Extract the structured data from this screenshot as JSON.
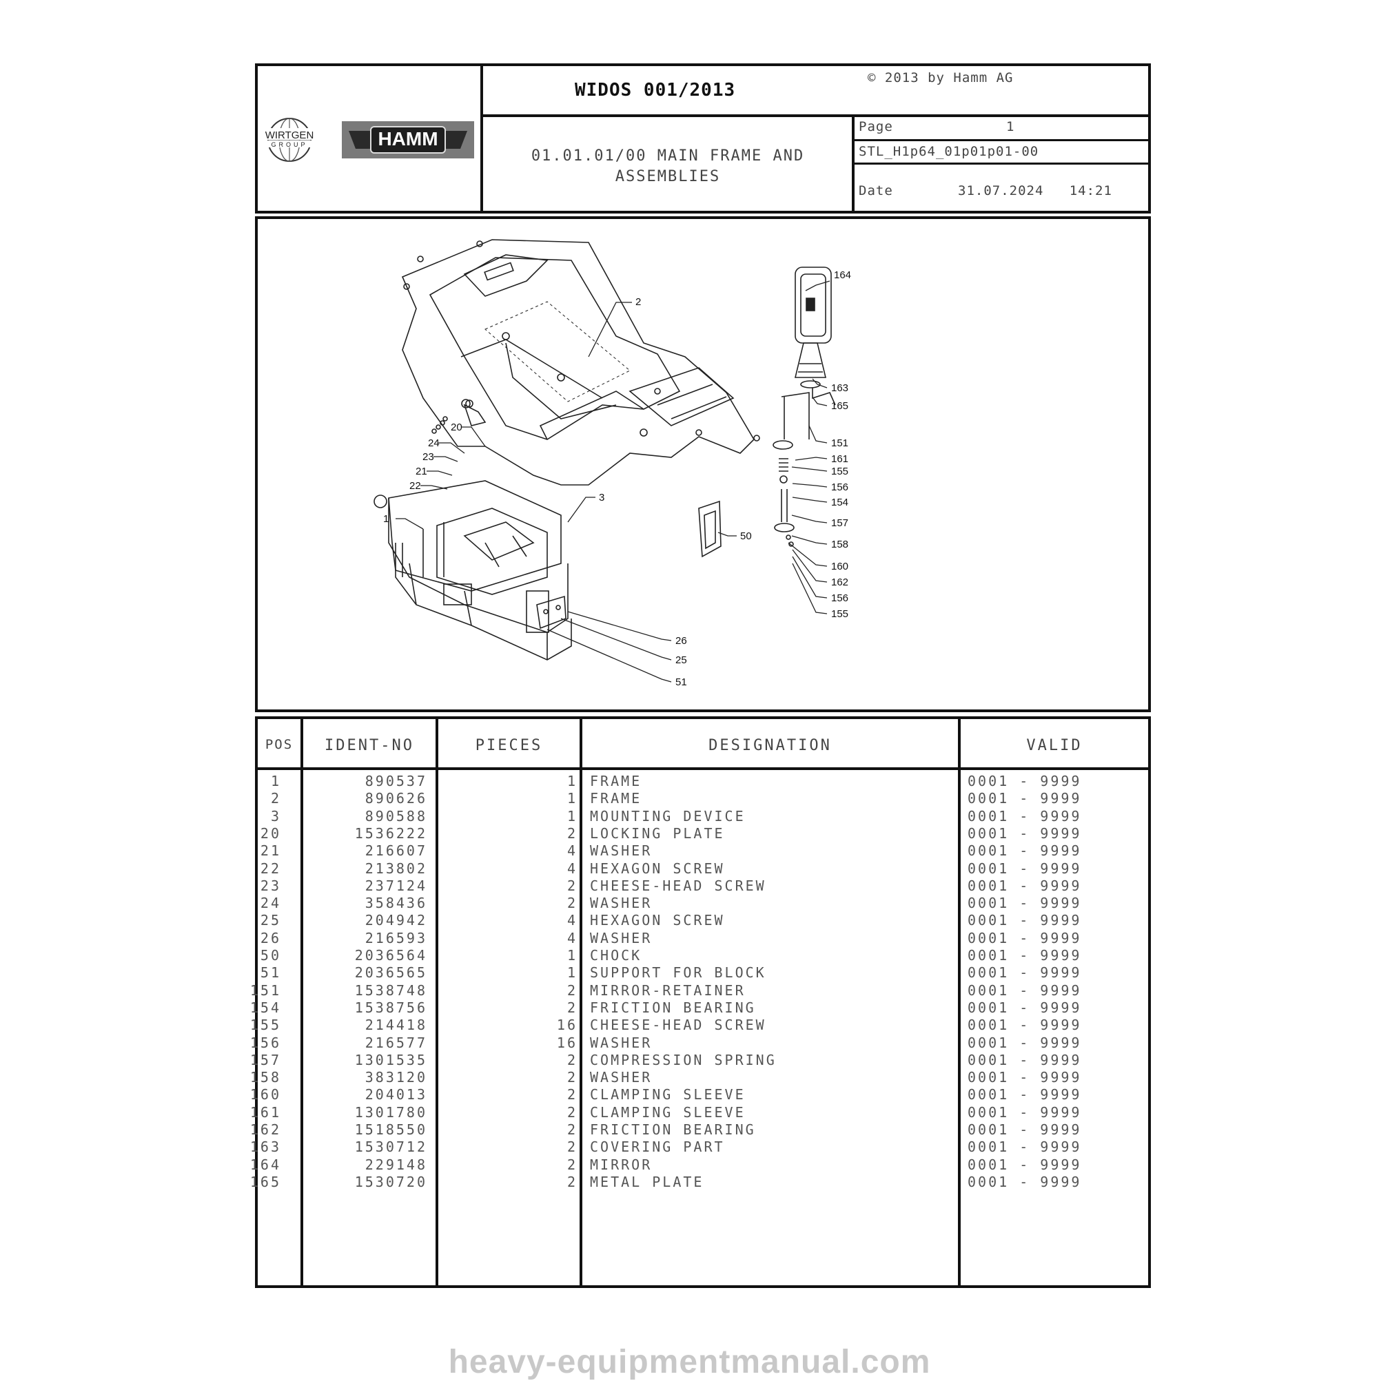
{
  "header": {
    "title": "WIDOS 001/2013",
    "copyright": "© 2013 by Hamm AG",
    "group_name": "01.01.01/00 MAIN FRAME AND\nASSEMBLIES",
    "page_label": "Page",
    "page_number": "1",
    "doc_code": "STL_H1p64_01p01p01-00",
    "date_label": "Date",
    "date_value": "31.07.2024   14:21",
    "logo_wirtgen_line1": "WIRTGEN",
    "logo_wirtgen_line2": "GROUP",
    "logo_hamm": "HAMM"
  },
  "callouts": [
    "164",
    "2",
    "163",
    "165",
    "151",
    "161",
    "155",
    "156",
    "154",
    "157",
    "158",
    "160",
    "162",
    "156",
    "155",
    "20",
    "24",
    "23",
    "21",
    "22",
    "3",
    "1",
    "50",
    "26",
    "25",
    "51"
  ],
  "table": {
    "columns": [
      "POS",
      "IDENT-NO",
      "PIECES",
      "DESIGNATION",
      "VALID"
    ],
    "rows": [
      [
        "1",
        "890537",
        "1",
        "FRAME",
        "0001 - 9999"
      ],
      [
        "2",
        "890626",
        "1",
        "FRAME",
        "0001 - 9999"
      ],
      [
        "3",
        "890588",
        "1",
        "MOUNTING DEVICE",
        "0001 - 9999"
      ],
      [
        "20",
        "1536222",
        "2",
        "LOCKING PLATE",
        "0001 - 9999"
      ],
      [
        "21",
        "216607",
        "4",
        "WASHER",
        "0001 - 9999"
      ],
      [
        "22",
        "213802",
        "4",
        "HEXAGON SCREW",
        "0001 - 9999"
      ],
      [
        "23",
        "237124",
        "2",
        "CHEESE-HEAD SCREW",
        "0001 - 9999"
      ],
      [
        "24",
        "358436",
        "2",
        "WASHER",
        "0001 - 9999"
      ],
      [
        "25",
        "204942",
        "4",
        "HEXAGON SCREW",
        "0001 - 9999"
      ],
      [
        "26",
        "216593",
        "4",
        "WASHER",
        "0001 - 9999"
      ],
      [
        "50",
        "2036564",
        "1",
        "CHOCK",
        "0001 - 9999"
      ],
      [
        "51",
        "2036565",
        "1",
        "SUPPORT FOR BLOCK",
        "0001 - 9999"
      ],
      [
        "151",
        "1538748",
        "2",
        "MIRROR-RETAINER",
        "0001 - 9999"
      ],
      [
        "154",
        "1538756",
        "2",
        "FRICTION BEARING",
        "0001 - 9999"
      ],
      [
        "155",
        "214418",
        "16",
        "CHEESE-HEAD SCREW",
        "0001 - 9999"
      ],
      [
        "156",
        "216577",
        "16",
        "WASHER",
        "0001 - 9999"
      ],
      [
        "157",
        "1301535",
        "2",
        "COMPRESSION SPRING",
        "0001 - 9999"
      ],
      [
        "158",
        "383120",
        "2",
        "WASHER",
        "0001 - 9999"
      ],
      [
        "160",
        "204013",
        "2",
        "CLAMPING SLEEVE",
        "0001 - 9999"
      ],
      [
        "161",
        "1301780",
        "2",
        "CLAMPING SLEEVE",
        "0001 - 9999"
      ],
      [
        "162",
        "1518550",
        "2",
        "FRICTION BEARING",
        "0001 - 9999"
      ],
      [
        "163",
        "1530712",
        "2",
        "COVERING PART",
        "0001 - 9999"
      ],
      [
        "164",
        "229148",
        "2",
        "MIRROR",
        "0001 - 9999"
      ],
      [
        "165",
        "1530720",
        "2",
        "METAL PLATE",
        "0001 - 9999"
      ]
    ]
  },
  "watermark": "heavy-equipmentmanual.com"
}
